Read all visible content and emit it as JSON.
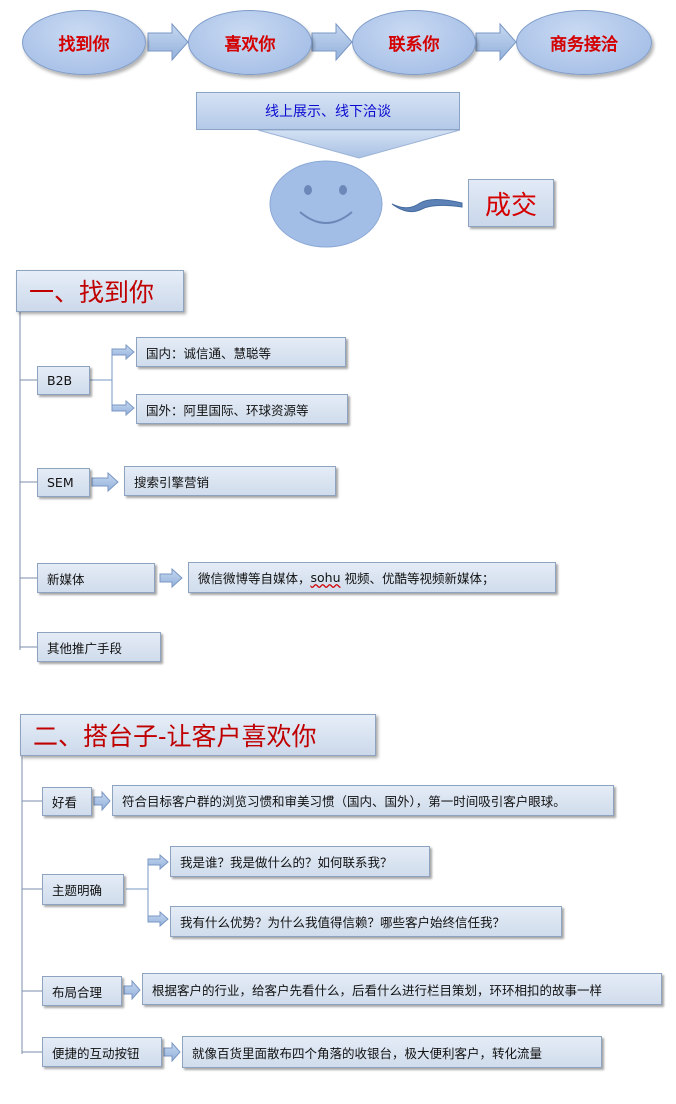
{
  "flow": {
    "steps": [
      "找到你",
      "喜欢你",
      "联系你",
      "商务接洽"
    ],
    "banner": "线上展示、线下洽谈",
    "deal": "成交",
    "face_icon": "smiley-face-icon"
  },
  "section1": {
    "title": "一、找到你",
    "b2b": {
      "label": "B2B",
      "children": [
        "国内：诚信通、慧聪等",
        "国外：阿里国际、环球资源等"
      ]
    },
    "sem": {
      "label": "SEM",
      "child": "搜索引擎营销"
    },
    "newmedia": {
      "label": "新媒体",
      "child_prefix": "微信微博等自媒体，",
      "child_underlined": "sohu",
      "child_suffix": "视频、优酷等视频新媒体；"
    },
    "other": {
      "label": "其他推广手段"
    }
  },
  "section2": {
    "title": "二、搭台子-让客户喜欢你",
    "looks": {
      "label": "好看",
      "child": "符合目标客户群的浏览习惯和审美习惯（国内、国外），第一时间吸引客户眼球。"
    },
    "theme": {
      "label": "主题明确",
      "children": [
        "我是谁？我是做什么的？如何联系我？",
        "我有什么优势？为什么我值得信赖？哪些客户始终信任我？"
      ]
    },
    "layout": {
      "label": "布局合理",
      "child": "根据客户的行业，给客户先看什么，后看什么进行栏目策划，环环相扣的故事一样"
    },
    "buttons": {
      "label": "便捷的互动按钮",
      "child": "就像百货里面散布四个角落的收银台，极大便利客户，转化流量"
    }
  }
}
